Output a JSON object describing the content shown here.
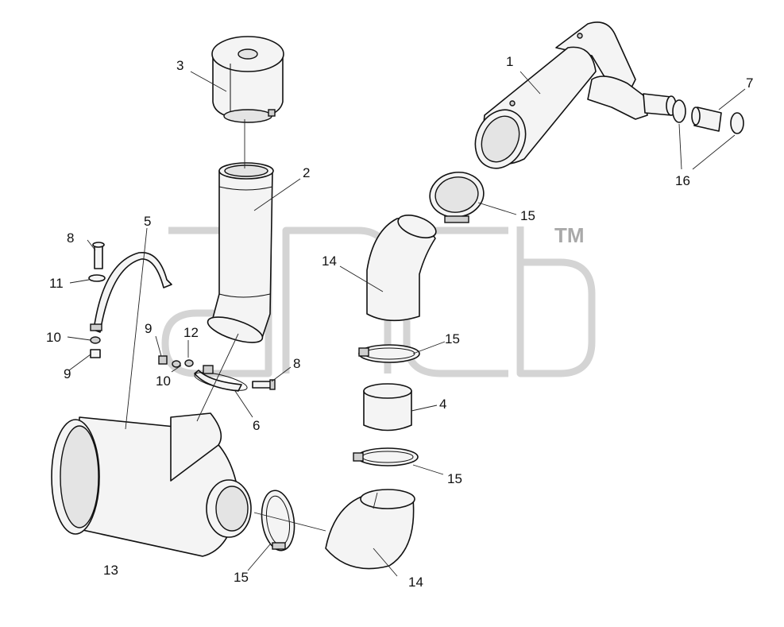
{
  "watermark": {
    "trademark": "TM"
  },
  "callouts": {
    "c1": "1",
    "c2": "2",
    "c3": "3",
    "c4": "4",
    "c5": "5",
    "c6": "6",
    "c7": "7",
    "c8a": "8",
    "c8b": "8",
    "c9a": "9",
    "c9b": "9",
    "c10a": "10",
    "c10b": "10",
    "c11": "11",
    "c12": "12",
    "c13": "13",
    "c14a": "14",
    "c14b": "14",
    "c15a": "15",
    "c15b": "15",
    "c15c": "15",
    "c15d": "15",
    "c16": "16"
  }
}
